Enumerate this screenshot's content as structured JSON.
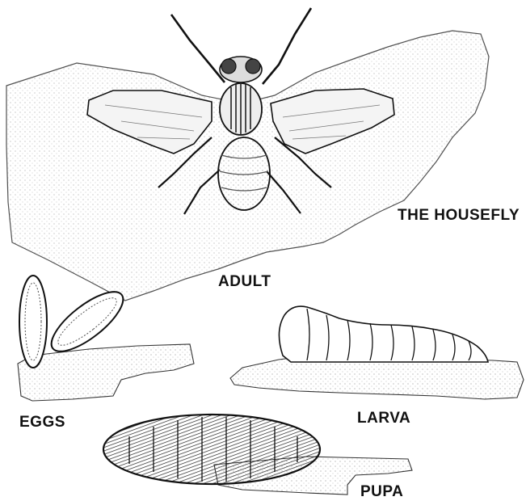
{
  "title": "THE HOUSEFLY",
  "stages": {
    "adult": "ADULT",
    "eggs": "EGGS",
    "larva": "LARVA",
    "pupa": "PUPA"
  },
  "colors": {
    "ink": "#111111",
    "stipple": "#9a9a9a",
    "background": "#ffffff"
  }
}
